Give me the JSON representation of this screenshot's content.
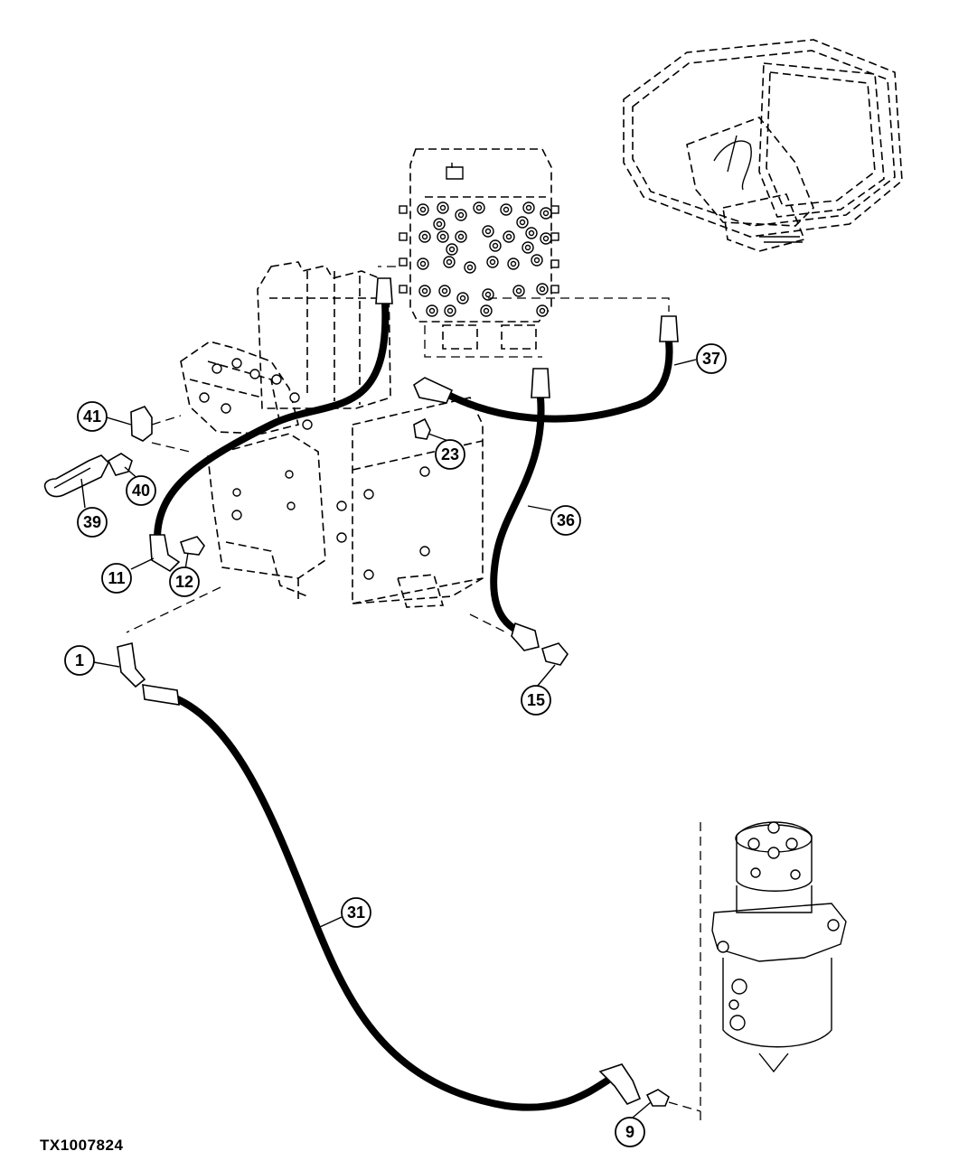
{
  "figure_id": "TX1007824",
  "callouts": [
    {
      "label": "1"
    },
    {
      "label": "9"
    },
    {
      "label": "11"
    },
    {
      "label": "12"
    },
    {
      "label": "15"
    },
    {
      "label": "23"
    },
    {
      "label": "31"
    },
    {
      "label": "36"
    },
    {
      "label": "37"
    },
    {
      "label": "39"
    },
    {
      "label": "40"
    },
    {
      "label": "41"
    }
  ]
}
